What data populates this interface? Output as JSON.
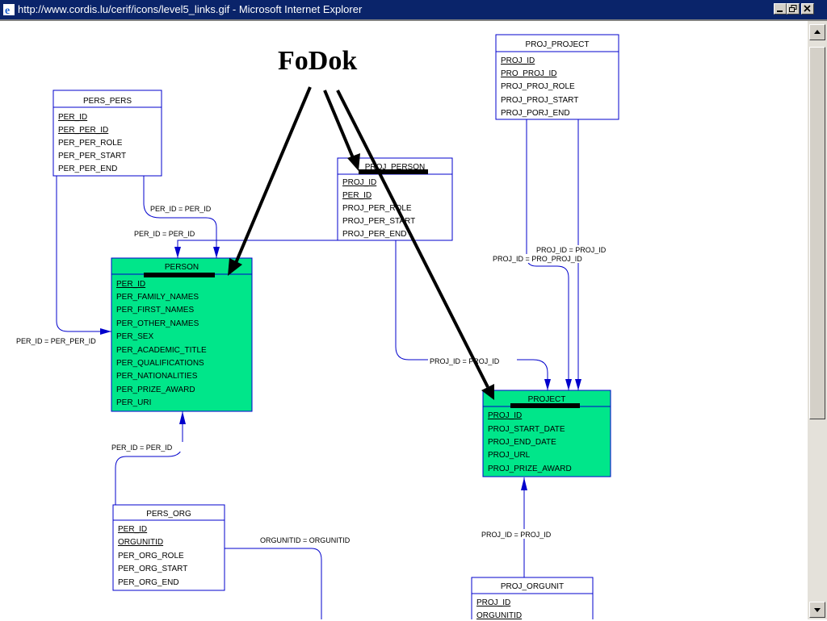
{
  "window": {
    "title": "http://www.cordis.lu/cerif/icons/level5_links.gif - Microsoft Internet Explorer",
    "minimize_icon": "minimize-icon",
    "maximize_icon": "restore-icon",
    "close_icon": "close-icon"
  },
  "annotation": {
    "text": "FoDok"
  },
  "colors": {
    "titlebar": "#0a246a",
    "entity_highlight": "#00e68a",
    "line": "#0000cc"
  },
  "entities": {
    "pers_pers": {
      "title": "PERS_PERS",
      "fields": [
        "PER_ID",
        "PER_PER_ID",
        "PER_PER_ROLE",
        "PER_PER_START",
        "PER_PER_END"
      ],
      "key_count": 2
    },
    "proj_person": {
      "title": "PROJ_PERSON",
      "fields": [
        "PROJ_ID",
        "PER_ID",
        "PROJ_PER_ROLE",
        "PROJ_PER_START",
        "PROJ_PER_END"
      ],
      "key_count": 2
    },
    "proj_project": {
      "title": "PROJ_PROJECT",
      "fields": [
        "PROJ_ID",
        "PRO_PROJ_ID",
        "PROJ_PROJ_ROLE",
        "PROJ_PROJ_START",
        "PROJ_PORJ_END"
      ],
      "key_count": 2
    },
    "person": {
      "title": "PERSON",
      "fields": [
        "PER_ID",
        "PER_FAMILY_NAMES",
        "PER_FIRST_NAMES",
        "PER_OTHER_NAMES",
        "PER_SEX",
        "PER_ACADEMIC_TITLE",
        "PER_QUALIFICATIONS",
        "PER_NATIONALITIES",
        "PER_PRIZE_AWARD",
        "PER_URI"
      ],
      "key_count": 1
    },
    "project": {
      "title": "PROJECT",
      "fields": [
        "PROJ_ID",
        "PROJ_START_DATE",
        "PROJ_END_DATE",
        "PROJ_URL",
        "PROJ_PRIZE_AWARD"
      ],
      "key_count": 1
    },
    "pers_org": {
      "title": "PERS_ORG",
      "fields": [
        "PER_ID",
        "ORGUNITID",
        "PER_ORG_ROLE",
        "PER_ORG_START",
        "PER_ORG_END"
      ],
      "key_count": 2
    },
    "proj_orgunit": {
      "title": "PROJ_ORGUNIT",
      "fields": [
        "PROJ_ID",
        "ORGUNITID"
      ],
      "key_count": 2
    }
  },
  "relations": {
    "r1": "PER_ID = PER_ID",
    "r2": "PER_ID = PER_ID",
    "r3": "PER_ID = PER_PER_ID",
    "r4": "PER_ID = PER_ID",
    "r5": "PROJ_ID = PROJ_ID",
    "r6": "PROJ_ID = PROJ_ID",
    "r7": "PROJ_ID = PRO_PROJ_ID",
    "r8": "PROJ_ID = PROJ_ID",
    "r9": "ORGUNITID = ORGUNITID"
  },
  "scrollbar": {
    "up_icon": "scroll-up-arrow-icon",
    "down_icon": "scroll-down-arrow-icon"
  }
}
